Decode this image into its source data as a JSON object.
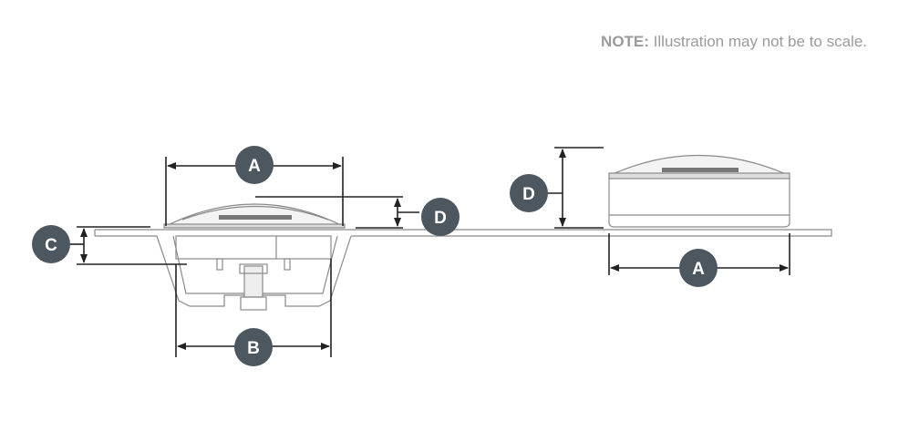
{
  "note": {
    "prefix": "NOTE:",
    "text": " Illustration may not be to scale."
  },
  "labels": {
    "flush_width": "A",
    "flush_height": "D",
    "flush_depth": "C",
    "flush_cutout": "B",
    "surface_height": "D",
    "surface_width": "A"
  },
  "colors": {
    "badge": "#4d5760",
    "outline": "#8a8a8a",
    "dark_line": "#222222"
  }
}
